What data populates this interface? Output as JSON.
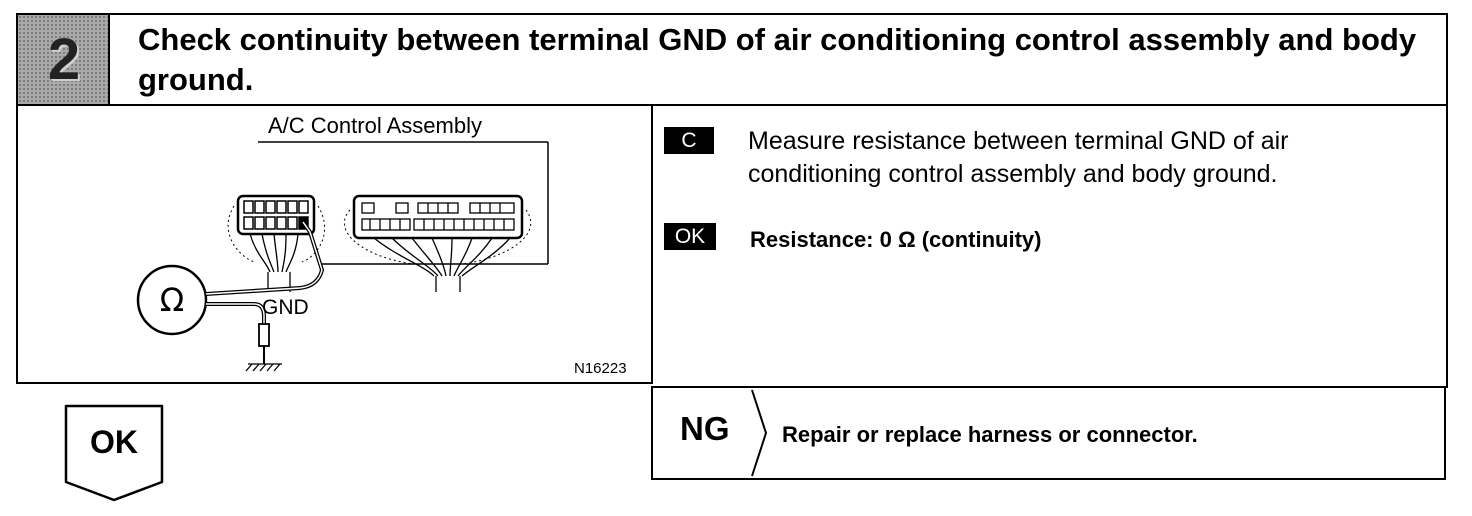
{
  "step": {
    "number": "2",
    "title": "Check continuity between terminal GND of air conditioning control assembly and body ground."
  },
  "figure": {
    "caption": "A/C Control Assembly",
    "terminal_label": "GND",
    "meter_symbol": "Ω",
    "code": "N16223"
  },
  "instruction": {
    "check_tag": "C",
    "check_text": "Measure resistance between terminal GND of air conditioning control assembly and body ground.",
    "ok_tag": "OK",
    "ok_text": "Resistance:  0 Ω (continuity)"
  },
  "ng": {
    "label": "NG",
    "action": "Repair or replace harness or connector."
  },
  "ok_arrow": {
    "label": "OK"
  }
}
